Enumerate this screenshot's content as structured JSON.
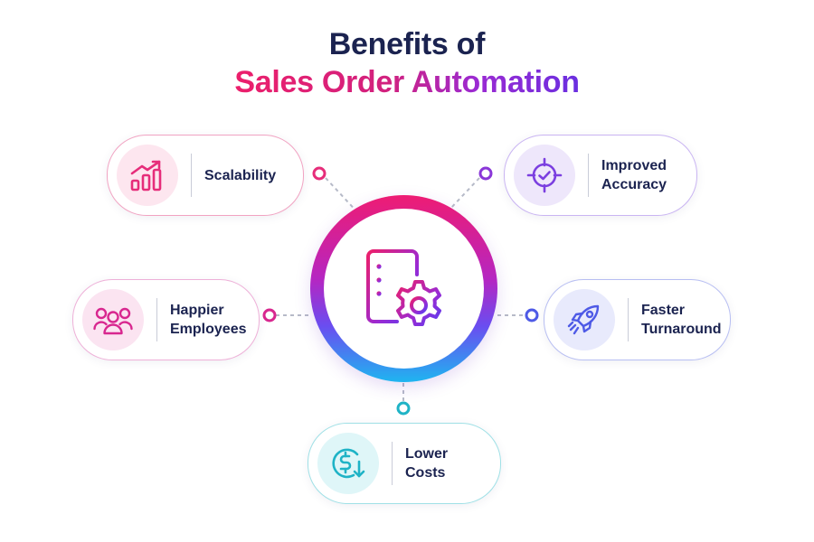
{
  "title": {
    "line1": "Benefits of",
    "line2": "Sales Order Automation"
  },
  "hub": {
    "icon": "document-gear-icon"
  },
  "benefits": [
    {
      "id": "scalability",
      "label": "Scalability",
      "icon": "growth-chart-icon",
      "color": "#e62d7a"
    },
    {
      "id": "improved-accuracy",
      "label": "Improved\nAccuracy",
      "icon": "target-check-icon",
      "color": "#7b3fe0"
    },
    {
      "id": "happier-employees",
      "label": "Happier\nEmployees",
      "icon": "people-icon",
      "color": "#d8278f"
    },
    {
      "id": "faster-turnaround",
      "label": "Faster\nTurnaround",
      "icon": "rocket-icon",
      "color": "#4e5ae6"
    },
    {
      "id": "lower-costs",
      "label": "Lower\nCosts",
      "icon": "dollar-down-icon",
      "color": "#1fb3c6"
    }
  ]
}
